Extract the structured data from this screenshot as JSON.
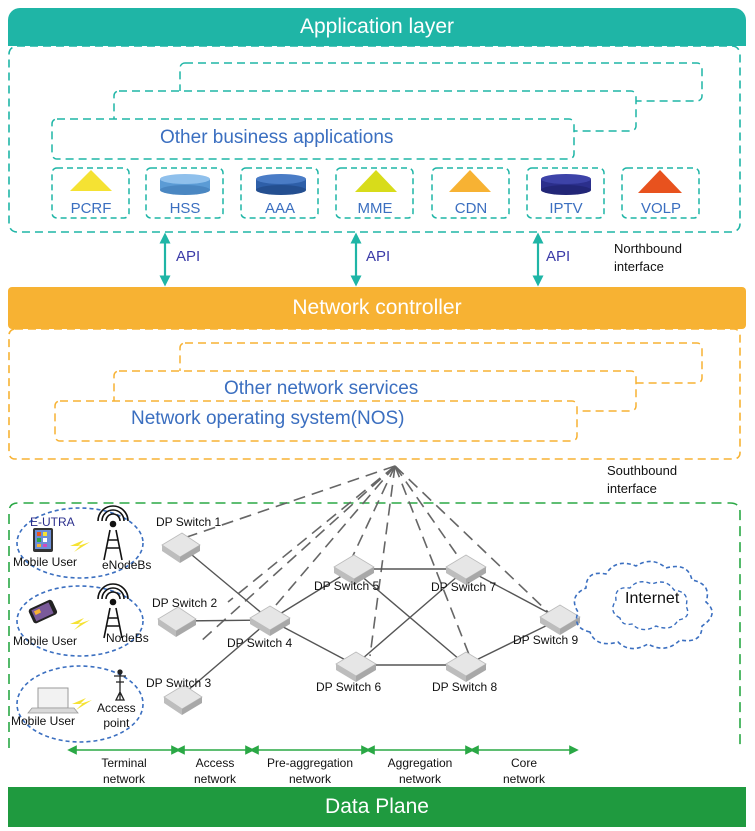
{
  "app_layer": {
    "title": "Application layer",
    "other_apps": "Other business applications",
    "services": [
      {
        "label": "PCRF",
        "shape": "triangle",
        "color": "#f5e233"
      },
      {
        "label": "HSS",
        "shape": "cylinder",
        "color": "#5b9bd5"
      },
      {
        "label": "AAA",
        "shape": "cylinder",
        "color": "#2e5fa8"
      },
      {
        "label": "MME",
        "shape": "triangle",
        "color": "#d8dc1a"
      },
      {
        "label": "CDN",
        "shape": "triangle",
        "color": "#f7b233"
      },
      {
        "label": "IPTV",
        "shape": "cylinder",
        "color": "#2b2f8c"
      },
      {
        "label": "VOLP",
        "shape": "triangle",
        "color": "#e8521e"
      }
    ]
  },
  "northbound": {
    "api_label": "API",
    "interface_line1": "Northbound",
    "interface_line2": "interface"
  },
  "controller": {
    "title": "Network controller",
    "other_services": "Other network services",
    "nos": "Network operating system(NOS)"
  },
  "southbound": {
    "interface_line1": "Southbound",
    "interface_line2": "interface"
  },
  "data_plane": {
    "title": "Data Plane",
    "switches": [
      {
        "id": "s1",
        "label": "DP Switch 1"
      },
      {
        "id": "s2",
        "label": "DP Switch 2"
      },
      {
        "id": "s3",
        "label": "DP Switch 3"
      },
      {
        "id": "s4",
        "label": "DP Switch 4"
      },
      {
        "id": "s5",
        "label": "DP Switch 5"
      },
      {
        "id": "s6",
        "label": "DP Switch 6"
      },
      {
        "id": "s7",
        "label": "DP Switch 7"
      },
      {
        "id": "s8",
        "label": "DP Switch 8"
      },
      {
        "id": "s9",
        "label": "DP Switch 9"
      }
    ],
    "links": [
      [
        "s1",
        "s4"
      ],
      [
        "s2",
        "s4"
      ],
      [
        "s3",
        "s4"
      ],
      [
        "s4",
        "s5"
      ],
      [
        "s4",
        "s6"
      ],
      [
        "s5",
        "s7"
      ],
      [
        "s5",
        "s8"
      ],
      [
        "s6",
        "s7"
      ],
      [
        "s6",
        "s8"
      ],
      [
        "s7",
        "s9"
      ],
      [
        "s8",
        "s9"
      ]
    ],
    "access": [
      {
        "user": "Mobile User",
        "station": "eNodeBs",
        "tech": "E-UTRA"
      },
      {
        "user": "Mobile User",
        "station": "NodeBs"
      },
      {
        "user": "Mobile User",
        "station_line1": "Access",
        "station_line2": "point"
      }
    ],
    "internet": "Internet",
    "segments": [
      {
        "line1": "Terminal",
        "line2": "network"
      },
      {
        "line1": "Access",
        "line2": "network"
      },
      {
        "line1": "Pre-aggregation",
        "line2": "network"
      },
      {
        "line1": "Aggregation",
        "line2": "network"
      },
      {
        "line1": "Core",
        "line2": "network"
      }
    ]
  }
}
